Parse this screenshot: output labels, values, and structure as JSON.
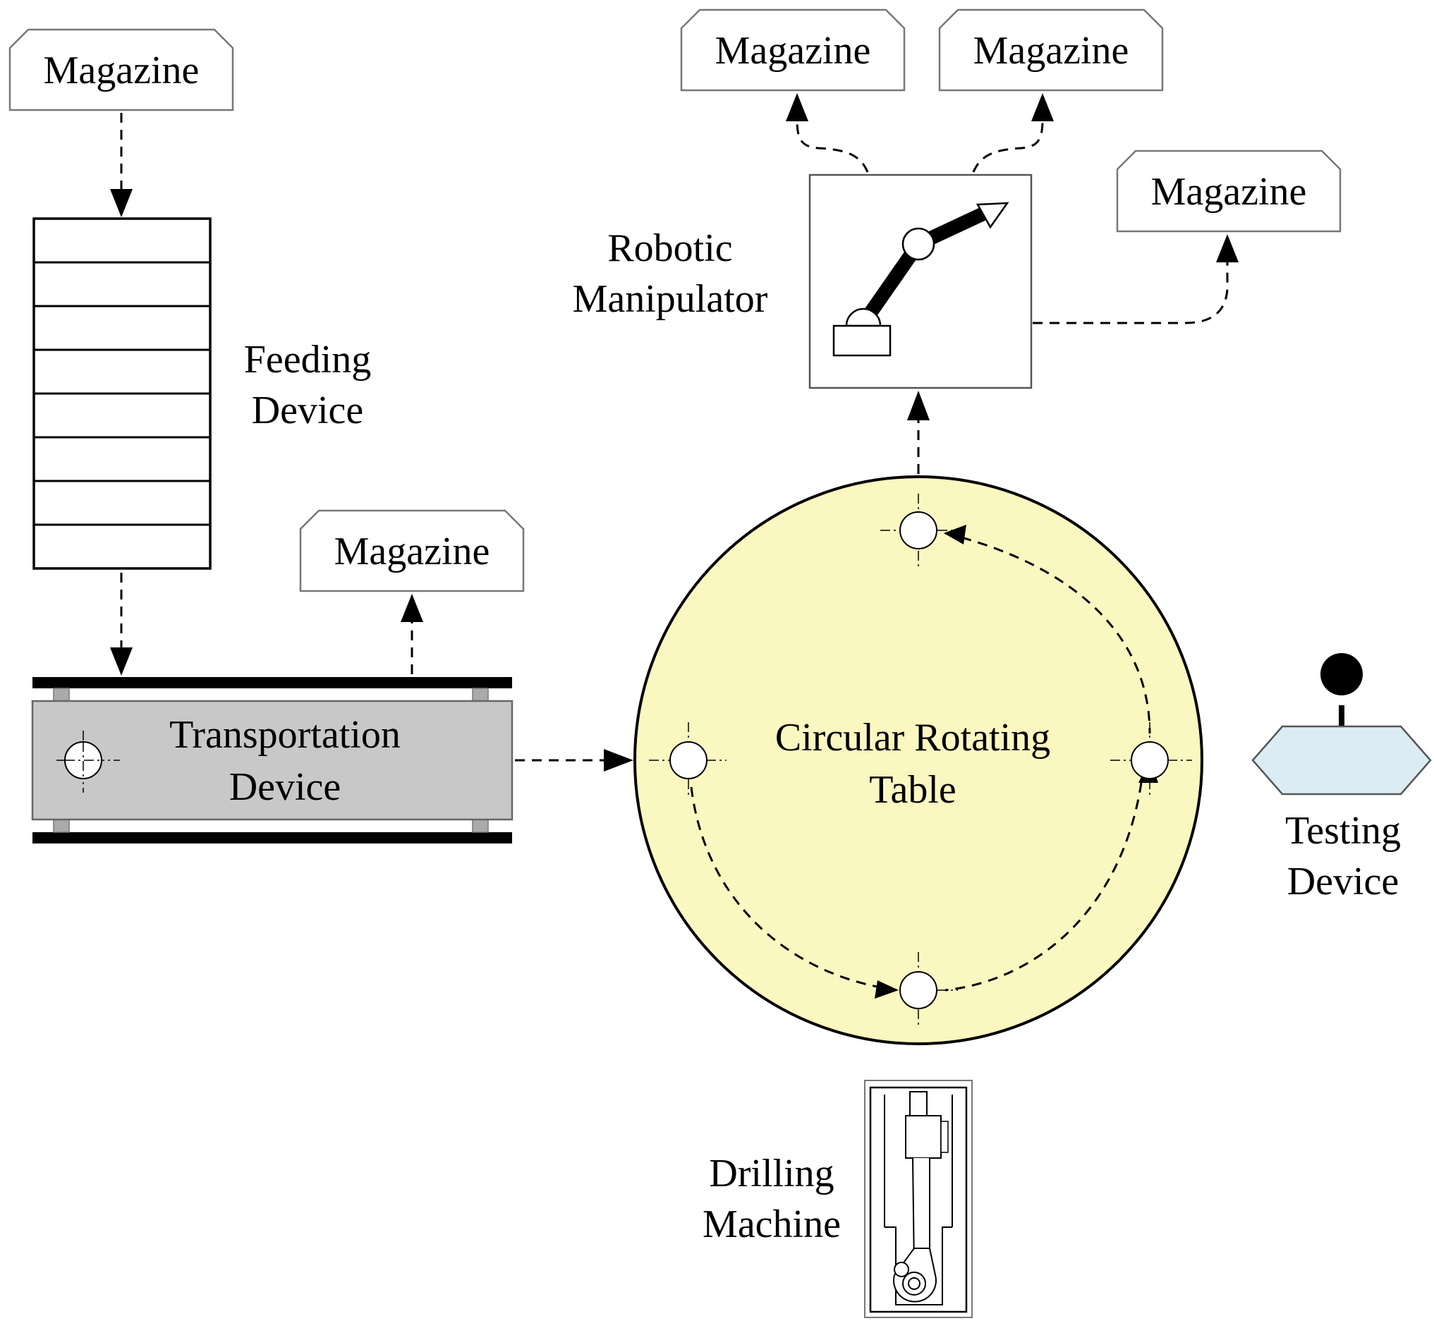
{
  "labels": {
    "magazine": "Magazine",
    "feeding_device": [
      "Feeding",
      "Device"
    ],
    "transportation_device": [
      "Transportation",
      "Device"
    ],
    "circular_rotating_table": [
      "Circular Rotating",
      "Table"
    ],
    "robotic_manipulator": [
      "Robotic",
      "Manipulator"
    ],
    "testing_device": [
      "Testing",
      "Device"
    ],
    "drilling_machine": [
      "Drilling",
      "Machine"
    ]
  },
  "colors": {
    "table_fill": "#fbf7c0",
    "transport_fill": "#c8c8c8",
    "testing_fill": "#dcecf4",
    "magazine_fill": "#ffffff"
  }
}
